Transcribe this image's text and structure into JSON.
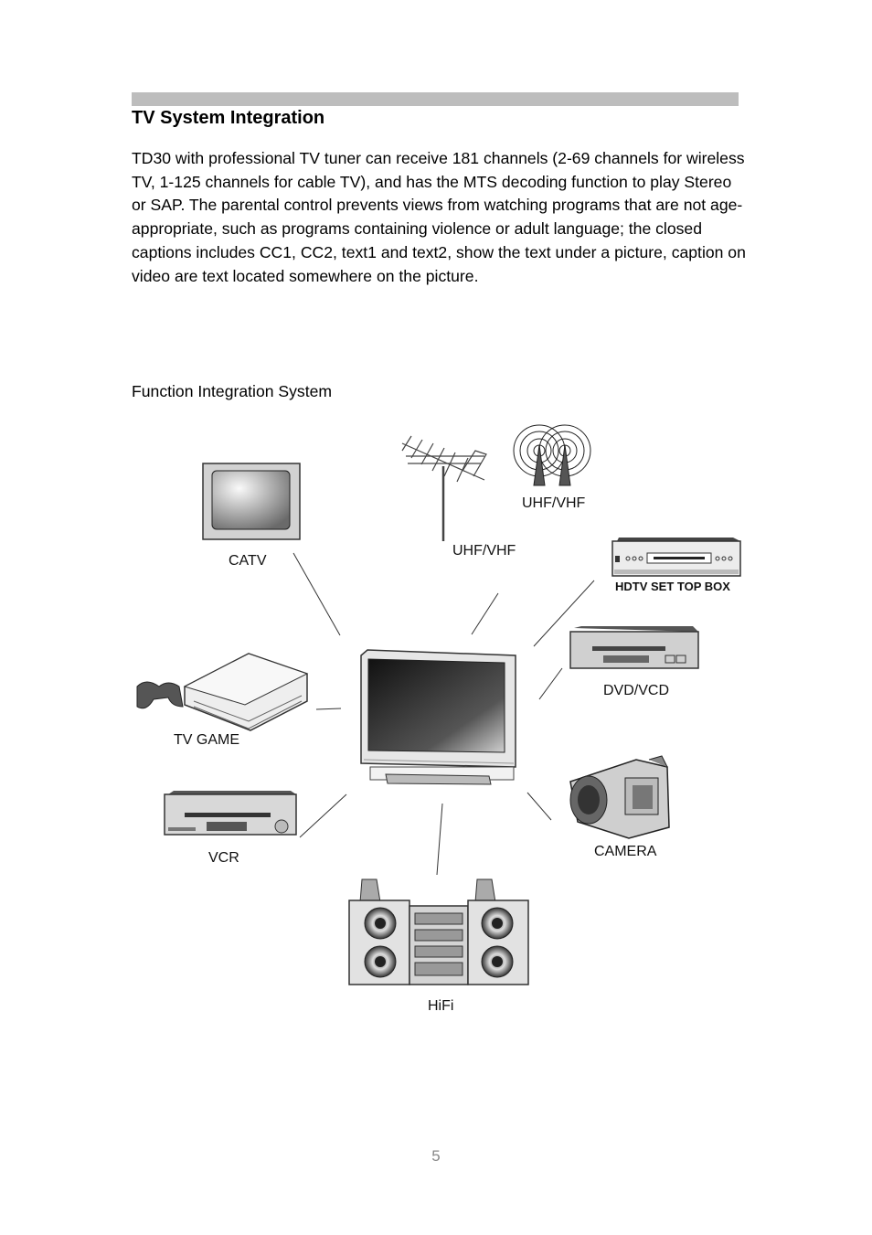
{
  "section": {
    "title": "TV System Integration",
    "paragraph": "TD30 with professional TV tuner can receive 181 channels (2-69 channels for wireless TV, 1-125 channels for cable TV), and has the MTS decoding function to play Stereo or SAP. The parental control prevents views from watching programs that are not age-appropriate, such as programs containing violence or adult language; the closed captions includes CC1, CC2, text1 and text2, show the text under a picture, caption on video are text located somewhere on the picture."
  },
  "figure": {
    "caption": "Function Integration System",
    "labels": {
      "catv": "CATV",
      "antenna": "UHF/VHF",
      "towers": "UHF/VHF",
      "settop": "HDTV SET TOP BOX",
      "dvd": "DVD/VCD",
      "tvgame": "TV GAME",
      "camera": "CAMERA",
      "vcr": "VCR",
      "hifi": "HiFi"
    }
  },
  "footer": {
    "page_number": "5"
  }
}
